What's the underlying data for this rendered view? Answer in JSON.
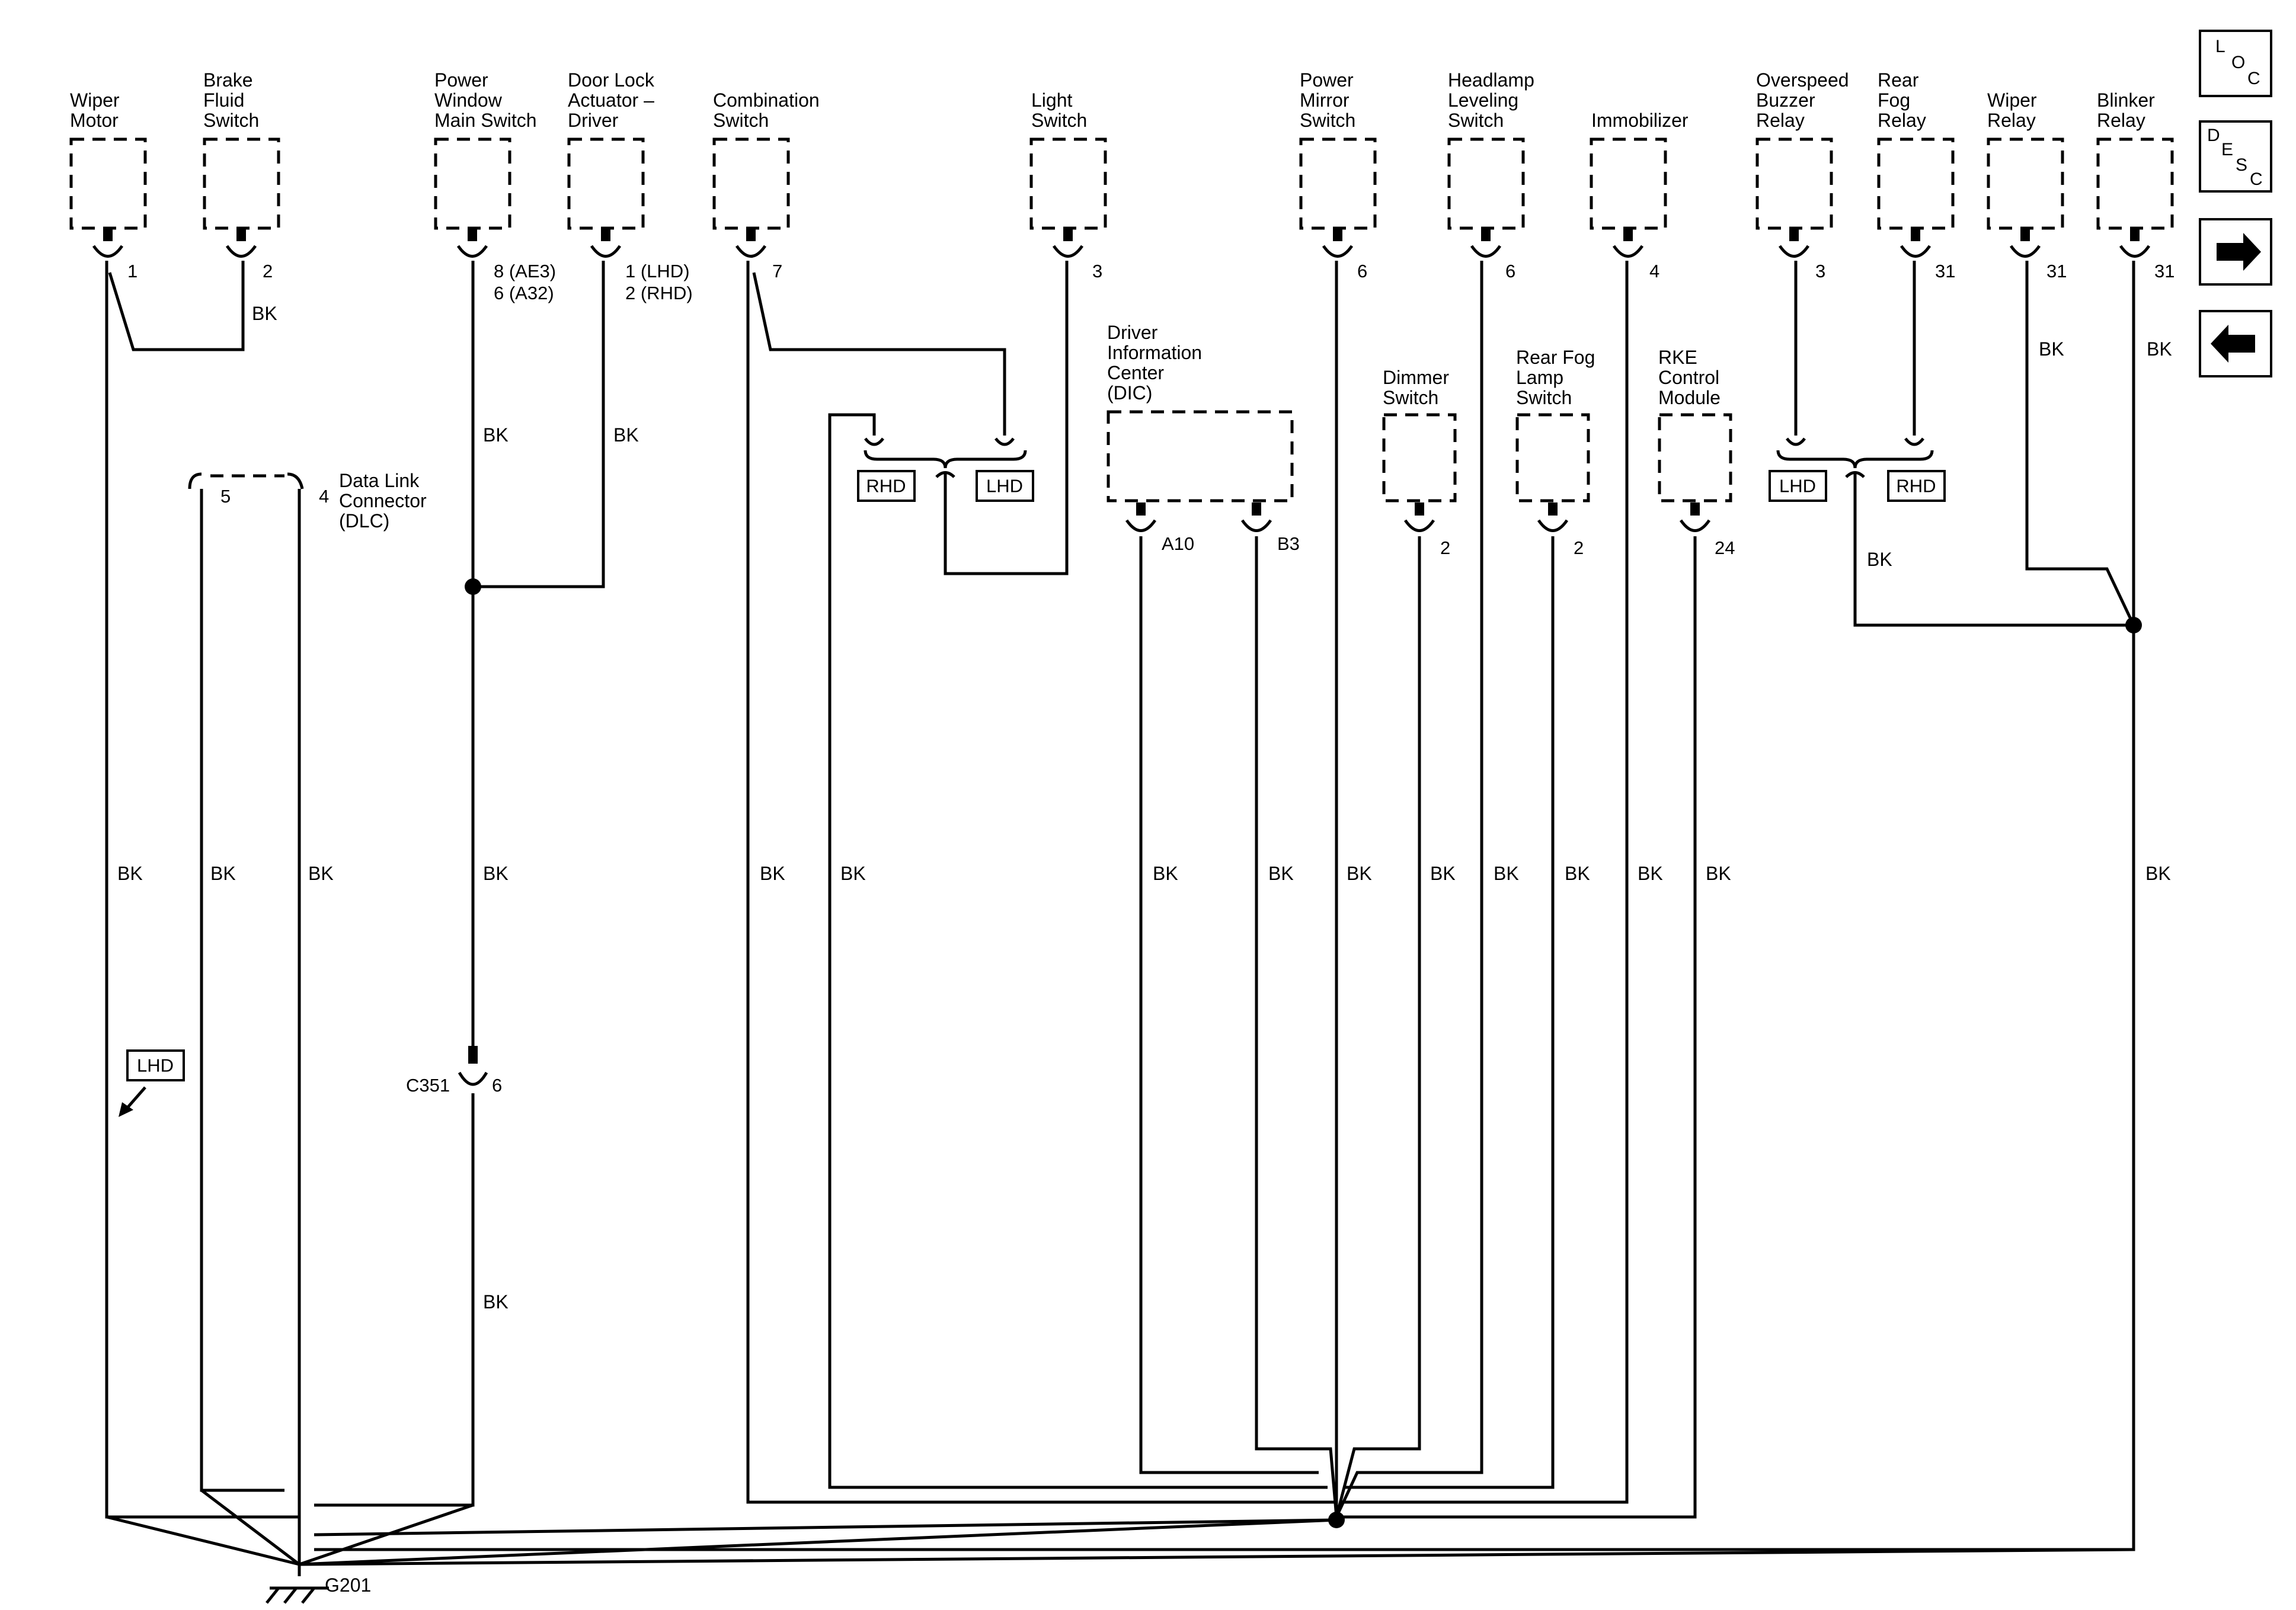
{
  "components": {
    "wiper_motor": [
      "Wiper",
      "Motor"
    ],
    "brake_fluid_switch": [
      "Brake",
      "Fluid",
      "Switch"
    ],
    "power_window_main_switch": [
      "Power",
      "Window",
      "Main Switch"
    ],
    "door_lock_actuator_driver": [
      "Door Lock",
      "Actuator –",
      "Driver"
    ],
    "combination_switch": [
      "Combination",
      "Switch"
    ],
    "light_switch": [
      "Light",
      "Switch"
    ],
    "power_mirror_switch": [
      "Power",
      "Mirror",
      "Switch"
    ],
    "headlamp_leveling_switch": [
      "Headlamp",
      "Leveling",
      "Switch"
    ],
    "immobilizer": [
      "Immobilizer"
    ],
    "overspeed_buzzer_relay": [
      "Overspeed",
      "Buzzer",
      "Relay"
    ],
    "rear_fog_relay": [
      "Rear",
      "Fog",
      "Relay"
    ],
    "wiper_relay": [
      "Wiper",
      "Relay"
    ],
    "blinker_relay": [
      "Blinker",
      "Relay"
    ],
    "data_link_connector": [
      "Data Link",
      "Connector",
      "(DLC)"
    ],
    "driver_information_center": [
      "Driver",
      "Information",
      "Center",
      "(DIC)"
    ],
    "dimmer_switch": [
      "Dimmer",
      "Switch"
    ],
    "rear_fog_lamp_switch": [
      "Rear Fog",
      "Lamp",
      "Switch"
    ],
    "rke_control_module": [
      "RKE",
      "Control",
      "Module"
    ]
  },
  "pins": {
    "wiper_motor": "1",
    "brake_fluid_switch": "2",
    "power_window_main_switch": [
      "8 (AE3)",
      "6 (A32)"
    ],
    "door_lock_actuator_driver": [
      "1 (LHD)",
      "2 (RHD)"
    ],
    "combination_switch": "7",
    "light_switch": "3",
    "power_mirror_switch": "6",
    "headlamp_leveling_switch": "6",
    "immobilizer": "4",
    "overspeed_buzzer_relay": "3",
    "rear_fog_relay": "31",
    "wiper_relay": "31",
    "blinker_relay": "31",
    "dlc_pin_5": "5",
    "dlc_pin_4": "4",
    "dic_a10": "A10",
    "dic_b3": "B3",
    "dimmer_switch": "2",
    "rear_fog_lamp_switch": "2",
    "rke_control_module": "24",
    "c351_pin": "6"
  },
  "connector_c351": "C351",
  "ground": "G201",
  "wire_color": "BK",
  "tags": {
    "lhd": "LHD",
    "rhd": "RHD"
  },
  "nav": {
    "loc": [
      "L",
      "O",
      "C"
    ],
    "desc": [
      "D",
      "E",
      "S",
      "C"
    ],
    "next_arrow": "arrow-right-icon",
    "prev_arrow": "arrow-left-icon"
  }
}
